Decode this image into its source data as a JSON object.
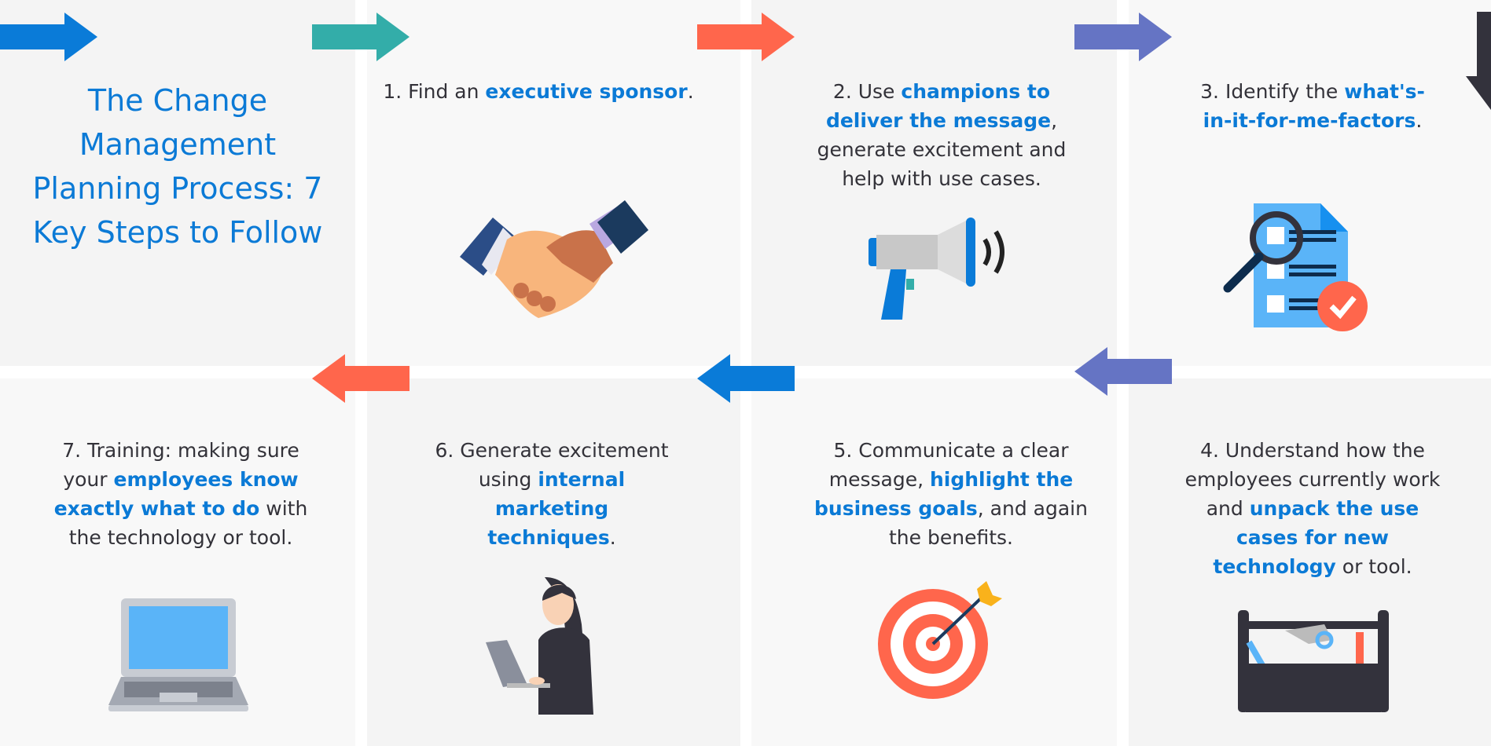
{
  "title": "The Change Management Planning Process: 7 Key Steps to Follow",
  "colors": {
    "blue": "#0a7bd8",
    "teal": "#33ada9",
    "red": "#ff664c",
    "purple": "#6574c4",
    "dark": "#33323c",
    "highlight_text": "#0b7ad6"
  },
  "steps": [
    {
      "id": "step-1",
      "icon": "handshake-icon",
      "parts": [
        {
          "text": "1. Find an "
        },
        {
          "text": "executive sponsor",
          "hl": true
        },
        {
          "text": "."
        }
      ]
    },
    {
      "id": "step-2",
      "icon": "megaphone-icon",
      "parts": [
        {
          "text": "2. Use "
        },
        {
          "text": "champions to deliver the message",
          "hl": true
        },
        {
          "text": ", generate excitement and help with use cases."
        }
      ]
    },
    {
      "id": "step-3",
      "icon": "document-search-icon",
      "parts": [
        {
          "text": "3. Identify the "
        },
        {
          "text": "what's-in-it-for-me-factors",
          "hl": true
        },
        {
          "text": "."
        }
      ]
    },
    {
      "id": "step-4",
      "icon": "toolbox-icon",
      "parts": [
        {
          "text": "4. Understand how the employees currently work and "
        },
        {
          "text": "unpack the use cases for new technology",
          "hl": true
        },
        {
          "text": " or tool."
        }
      ]
    },
    {
      "id": "step-5",
      "icon": "target-icon",
      "parts": [
        {
          "text": "5. Communicate a clear message, "
        },
        {
          "text": "highlight the business goals",
          "hl": true
        },
        {
          "text": ", and again the benefits."
        }
      ]
    },
    {
      "id": "step-6",
      "icon": "woman-laptop-icon",
      "parts": [
        {
          "text": "6. Generate excitement using "
        },
        {
          "text": "internal marketing techniques",
          "hl": true
        },
        {
          "text": "."
        }
      ]
    },
    {
      "id": "step-7",
      "icon": "laptop-icon",
      "parts": [
        {
          "text": "7. Training: making sure your "
        },
        {
          "text": "employees know exactly what to do",
          "hl": true
        },
        {
          "text": " with the technology or tool."
        }
      ]
    }
  ]
}
